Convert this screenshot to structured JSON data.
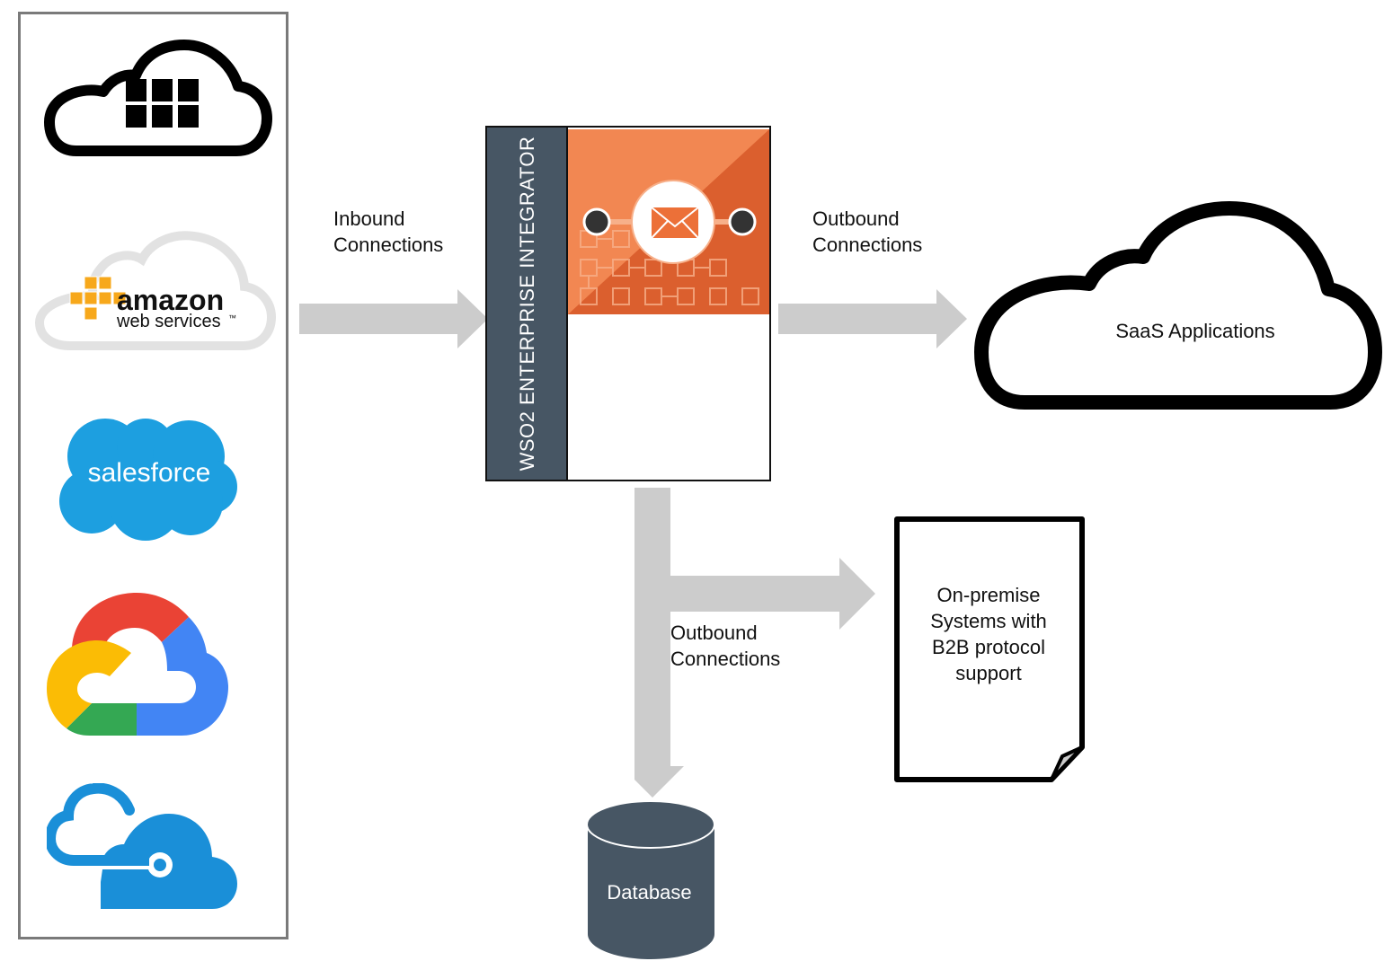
{
  "providers": [
    {
      "name": "Generic Cloud Platform",
      "icon": "cloud-grid-icon"
    },
    {
      "name": "Amazon Web Services",
      "icon": "aws-logo",
      "text_primary": "amazon",
      "text_secondary": "web services",
      "trademark": "™"
    },
    {
      "name": "Salesforce",
      "icon": "salesforce-logo",
      "text": "salesforce"
    },
    {
      "name": "Google Cloud",
      "icon": "google-cloud-logo"
    },
    {
      "name": "Microsoft Azure",
      "icon": "azure-logo"
    }
  ],
  "labels": {
    "inbound": "Inbound\nConnections",
    "outbound_saas": "Outbound\nConnections",
    "outbound_bottom": "Outbound\nConnections"
  },
  "integrator": {
    "title": "WSO2 ENTERPRISE INTEGRATOR",
    "icon": "envelope-icon"
  },
  "targets": {
    "saas": "SaaS Applications",
    "on_premise": "On-premise\nSystems with\nB2B protocol\nsupport",
    "database": "Database"
  },
  "colors": {
    "arrow": "#cccccc",
    "sidebar": "#475664",
    "orange_light": "#f28752",
    "orange_dark": "#db5f2e",
    "database": "#475664",
    "aws_orange": "#f7a81b",
    "salesforce_blue": "#1d9fe0",
    "azure_blue": "#1a8fd8",
    "google_red": "#ea4335",
    "google_blue": "#4285f4",
    "google_yellow": "#fbbc05",
    "google_green": "#34a853"
  }
}
